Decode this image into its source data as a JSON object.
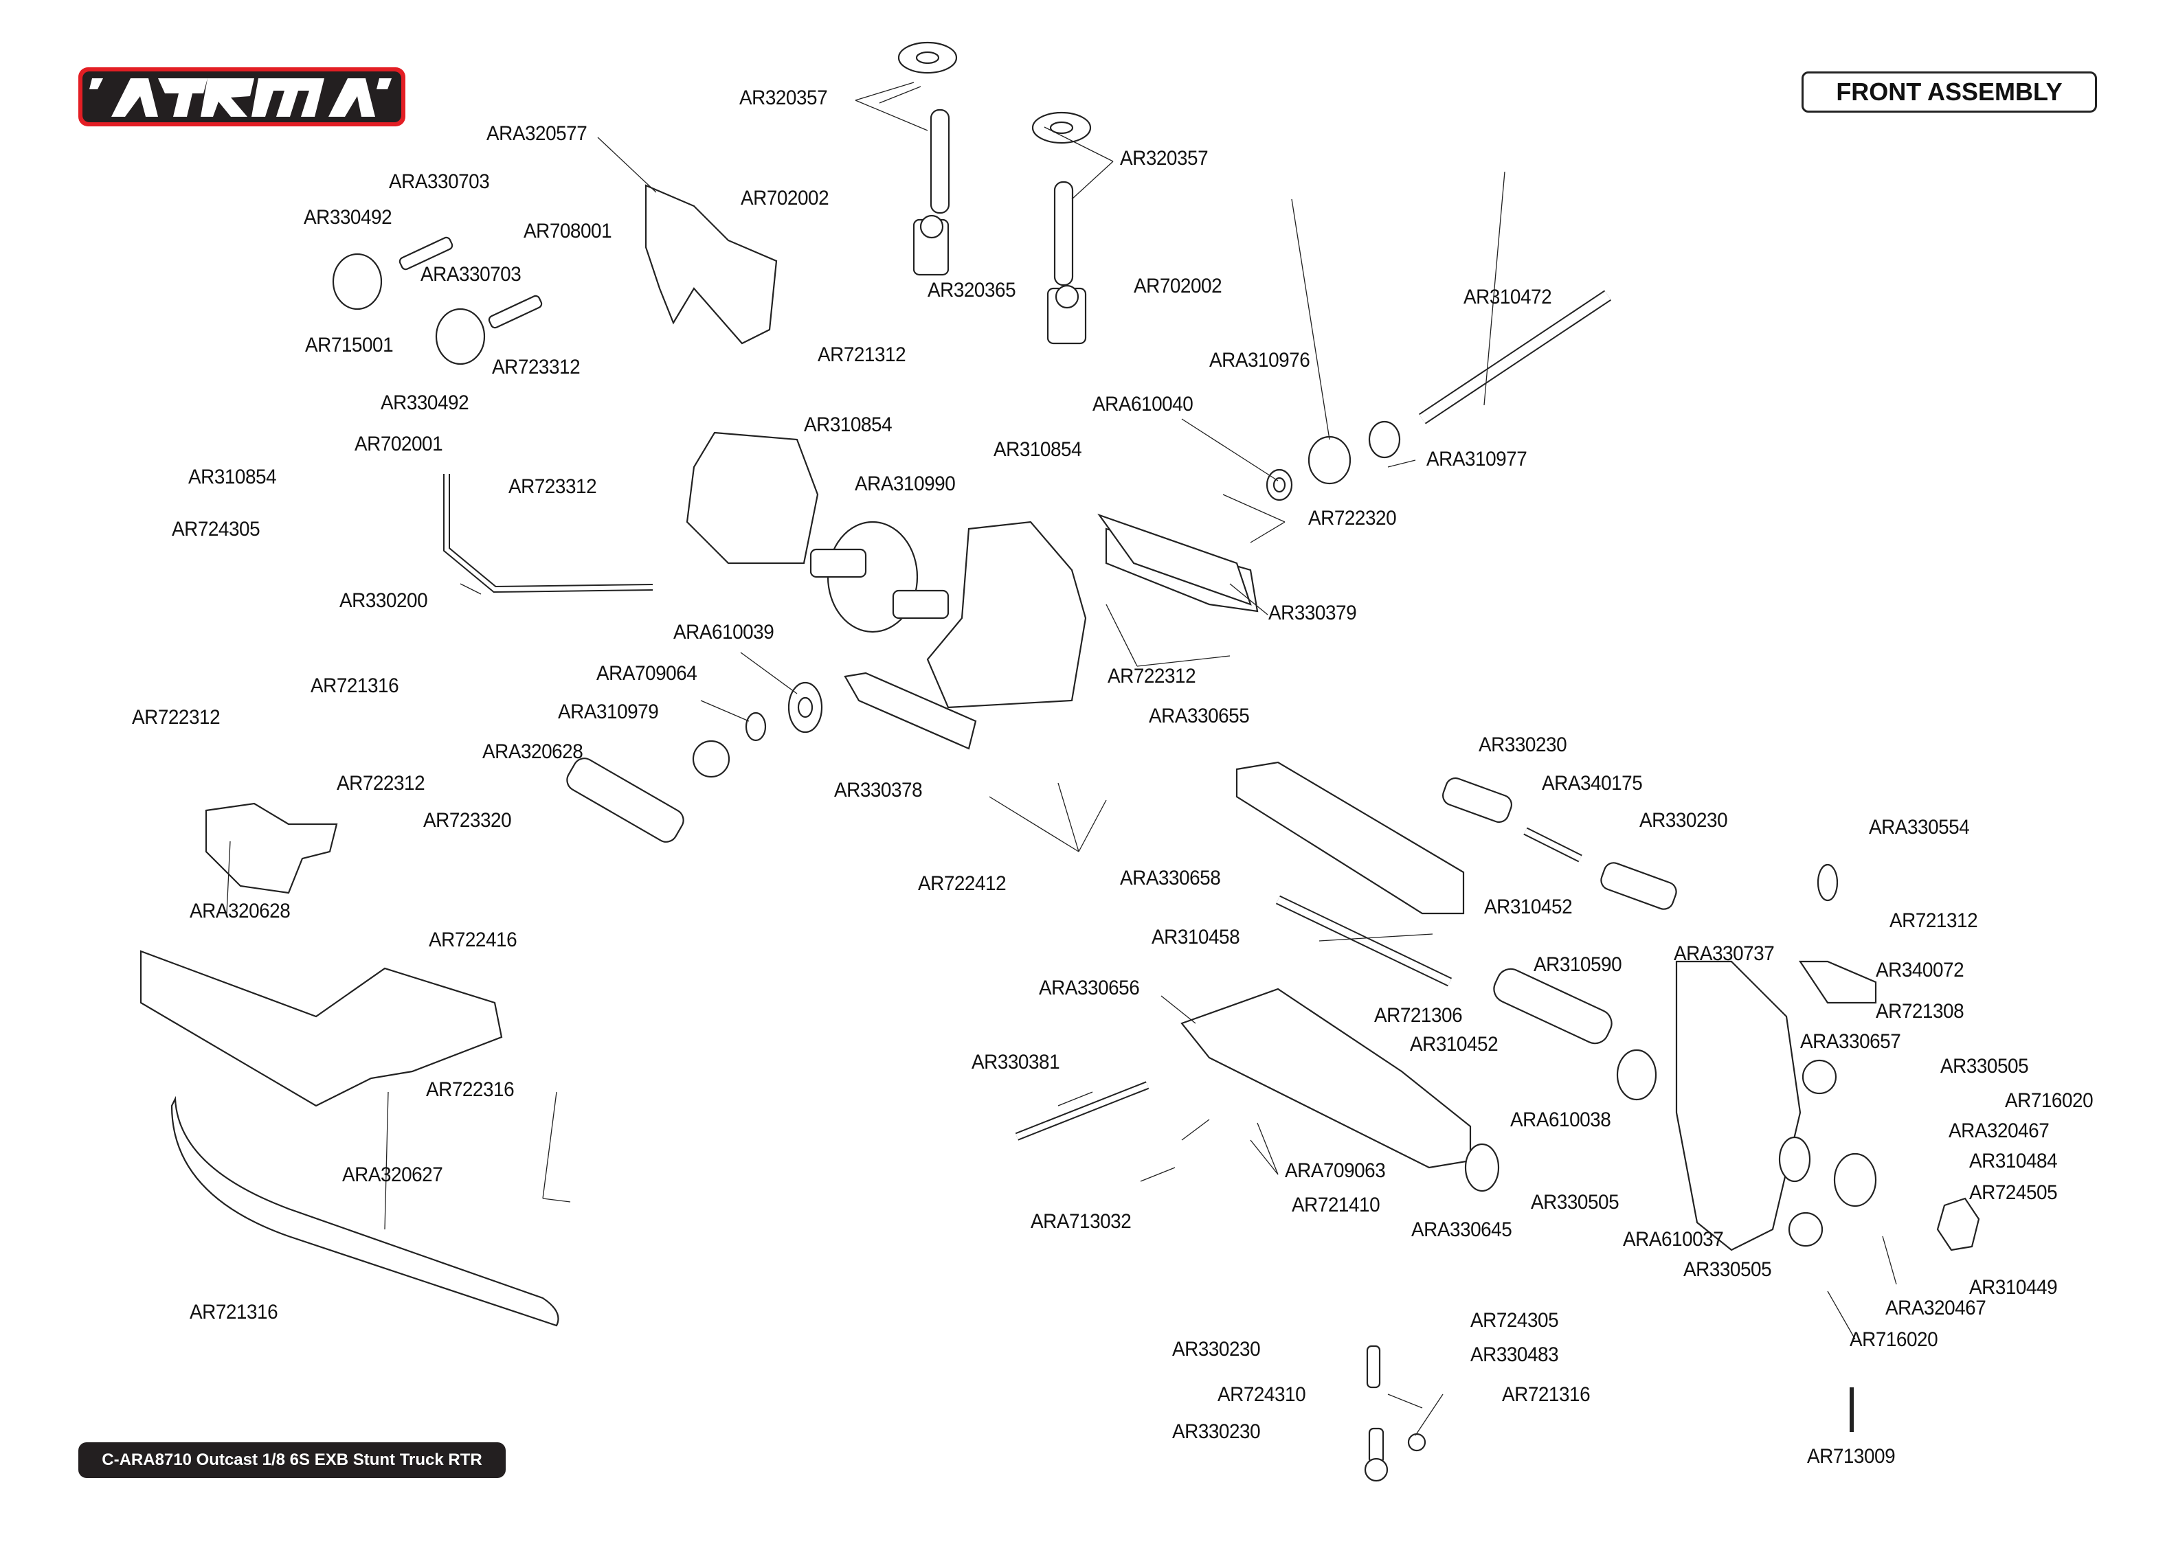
{
  "brand": {
    "logo_text": "ARRMA",
    "accent_color": "#e31e24"
  },
  "header": {
    "title": "FRONT ASSEMBLY"
  },
  "footer": {
    "model": "C-ARA8710 Outcast 1/8 6S EXB Stunt Truck RTR"
  },
  "labels": [
    "AR320357",
    "ARA320577",
    "ARA330703",
    "AR330492",
    "AR708001",
    "ARA330703",
    "AR702002",
    "AR715001",
    "AR723312",
    "AR330492",
    "AR320365",
    "AR320357",
    "AR702002",
    "AR721312",
    "AR310472",
    "ARA310976",
    "ARA610040",
    "AR310854",
    "AR702001",
    "AR310854",
    "ARA310977",
    "AR310854",
    "AR723312",
    "ARA310990",
    "AR724305",
    "AR722320",
    "AR330200",
    "AR330379",
    "ARA610039",
    "ARA709064",
    "AR722312",
    "AR721316",
    "ARA310979",
    "AR722312",
    "ARA330655",
    "ARA320628",
    "AR722312",
    "AR330230",
    "AR330378",
    "ARA340175",
    "AR723320",
    "AR330230",
    "ARA320628",
    "AR722412",
    "ARA330658",
    "ARA330554",
    "AR722416",
    "AR310452",
    "AR721312",
    "AR310458",
    "ARA330737",
    "AR310590",
    "AR340072",
    "ARA330656",
    "AR721306",
    "AR721308",
    "AR310452",
    "ARA330657",
    "AR330381",
    "AR330505",
    "AR722316",
    "ARA610038",
    "AR716020",
    "ARA320467",
    "ARA709063",
    "AR310484",
    "ARA320627",
    "AR330505",
    "AR724505",
    "AR721410",
    "ARA330645",
    "ARA713032",
    "ARA610037",
    "AR330505",
    "AR310449",
    "AR721316",
    "ARA320467",
    "AR724305",
    "AR716020",
    "AR330230",
    "AR330483",
    "AR724310",
    "AR721316",
    "AR330230",
    "AR713009"
  ]
}
